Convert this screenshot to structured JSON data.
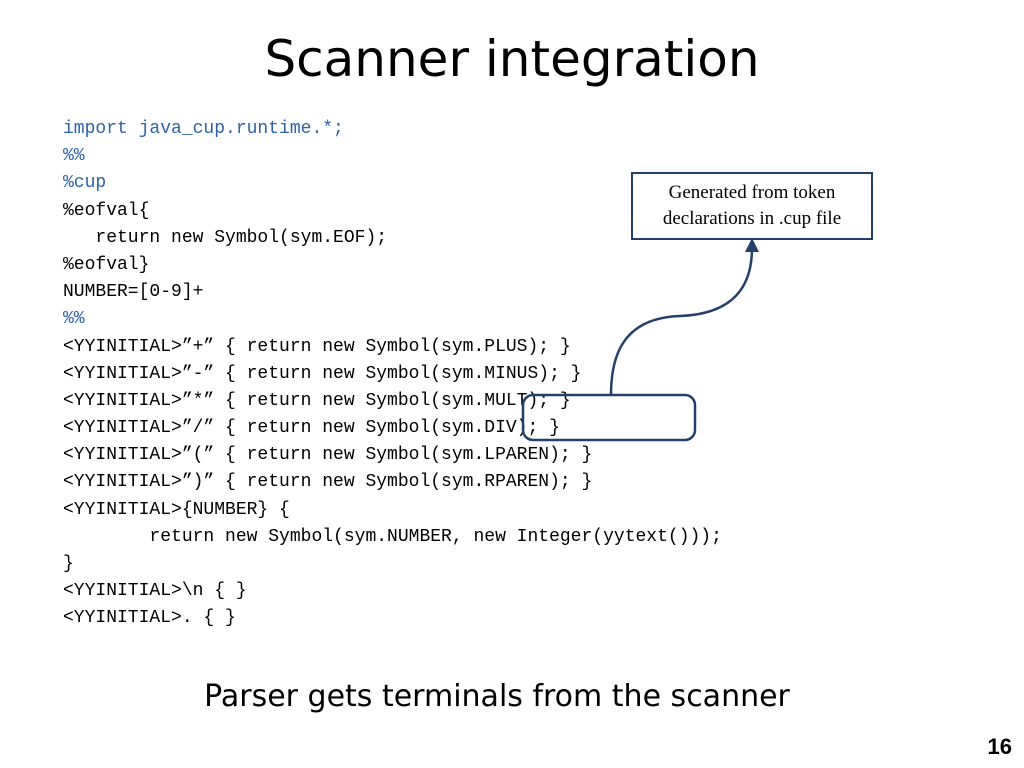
{
  "slide": {
    "title": "Scanner integration",
    "subtitle": "Parser gets terminals from the scanner",
    "page_number": "16"
  },
  "code": {
    "lines": [
      {
        "text": "import java_cup.runtime.*;",
        "color": "blue"
      },
      {
        "text": "%%",
        "color": "blue"
      },
      {
        "text": "%cup",
        "color": "blue"
      },
      {
        "text": "%eofval{",
        "color": "black"
      },
      {
        "text": "   return new Symbol(sym.EOF);",
        "color": "black"
      },
      {
        "text": "%eofval}",
        "color": "black"
      },
      {
        "text": "NUMBER=[0-9]+",
        "color": "black"
      },
      {
        "text": "%%",
        "color": "blue"
      },
      {
        "text": "<YYINITIAL>”+” { return new Symbol(sym.PLUS); }",
        "color": "black"
      },
      {
        "text": "<YYINITIAL>”-” { return new Symbol(sym.MINUS); }",
        "color": "black"
      },
      {
        "text": "<YYINITIAL>”*” { return new Symbol(sym.MULT); }",
        "color": "black"
      },
      {
        "text": "<YYINITIAL>”/” { return new Symbol(sym.DIV); }",
        "color": "black"
      },
      {
        "text": "<YYINITIAL>”(” { return new Symbol(sym.LPAREN); }",
        "color": "black"
      },
      {
        "text": "<YYINITIAL>”)” { return new Symbol(sym.RPAREN); }",
        "color": "black"
      },
      {
        "text": "<YYINITIAL>{NUMBER} {",
        "color": "black"
      },
      {
        "text": "        return new Symbol(sym.NUMBER, new Integer(yytext()));",
        "color": "black"
      },
      {
        "text": "}",
        "color": "black"
      },
      {
        "text": "<YYINITIAL>\\n { }",
        "color": "black"
      },
      {
        "text": "<YYINITIAL>. { }",
        "color": "black"
      }
    ]
  },
  "callout": {
    "line1": "Generated from token",
    "line2": "declarations in .cup file"
  },
  "colors": {
    "code_blue": "#2e62a8",
    "callout_border": "#23406b",
    "arrow": "#23406b"
  }
}
